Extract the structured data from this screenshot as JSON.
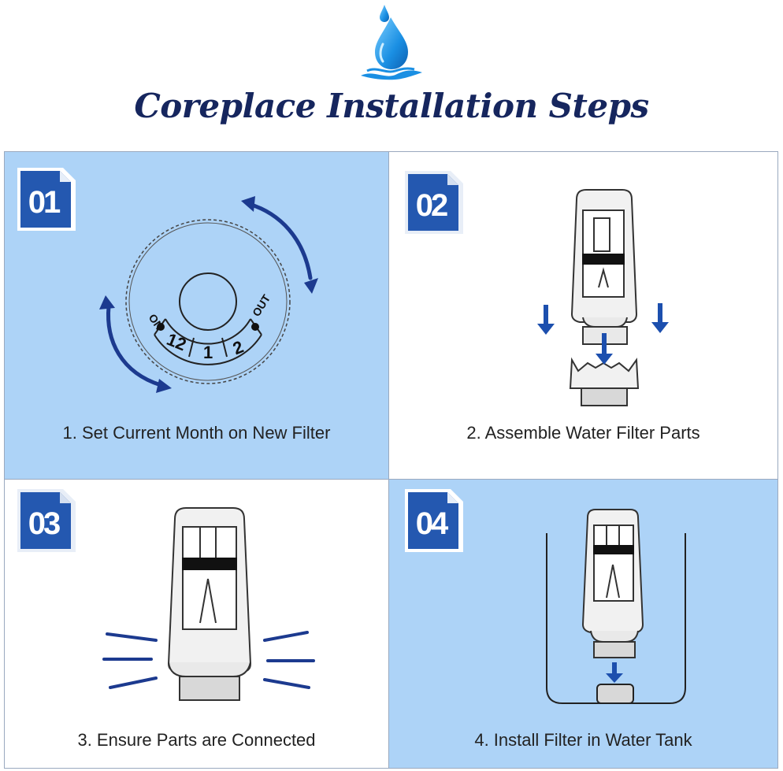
{
  "header": {
    "title": "Coreplace Installation Steps",
    "logo_icon": "water-drop-icon",
    "brand_color": "#16265e",
    "accent_color": "#1b8fe0"
  },
  "steps": [
    {
      "number": "01",
      "caption": "1. Set Current Month on New Filter",
      "background": "#add3f7",
      "dial": {
        "left_label": "ON",
        "right_label": "OUT",
        "months": [
          "12",
          "1",
          "2"
        ]
      }
    },
    {
      "number": "02",
      "caption": "2. Assemble Water Filter Parts",
      "background": "#ffffff"
    },
    {
      "number": "03",
      "caption": "3. Ensure Parts are Connected",
      "background": "#ffffff"
    },
    {
      "number": "04",
      "caption": "4. Install Filter in Water Tank",
      "background": "#add3f7"
    }
  ]
}
